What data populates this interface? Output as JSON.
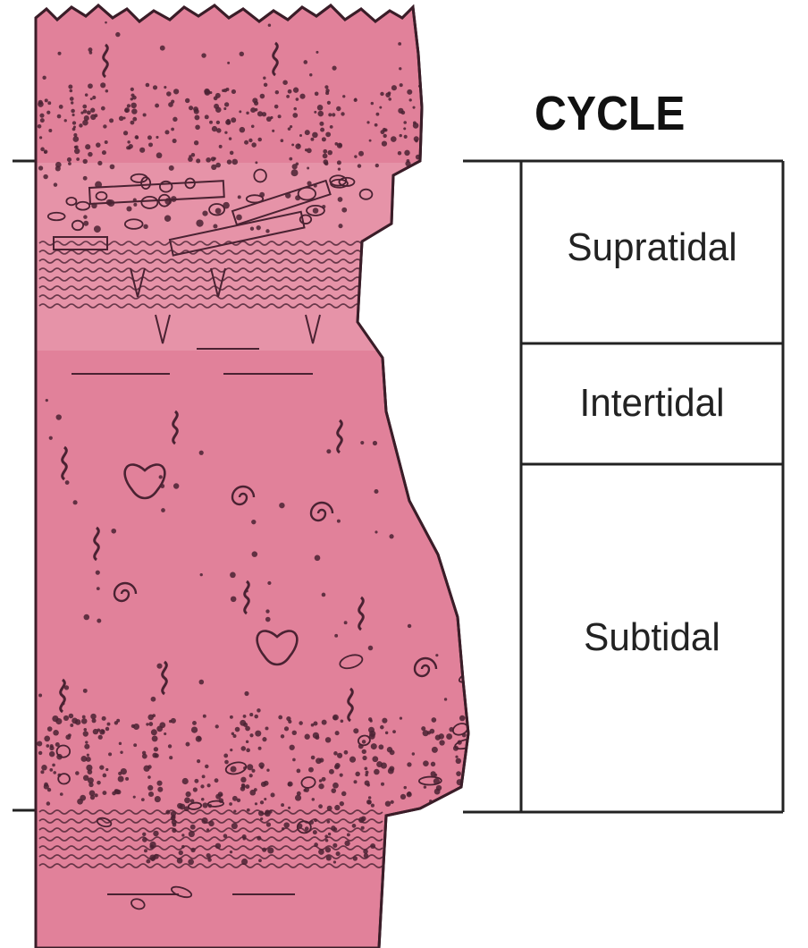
{
  "title": "CYCLE",
  "zones": [
    {
      "label": "Supratidal"
    },
    {
      "label": "Intertidal"
    },
    {
      "label": "Subtidal"
    }
  ],
  "colors": {
    "rock_fill": "#e1819a",
    "rock_fill_light": "#eba3b4",
    "ink": "#4a2232",
    "line": "#222222",
    "background": "#ffffff"
  }
}
